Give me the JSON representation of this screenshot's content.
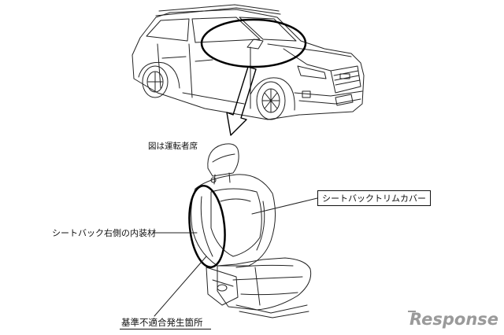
{
  "labels": {
    "note": "図は運転者席",
    "trim_cover": "シートバックトリムカバー",
    "inner_material": "シートバック右側の内装材",
    "nonconformity": "基準不適合発生箇所"
  },
  "watermark": {
    "text": "Response.",
    "color": "#9a9a9a"
  },
  "colors": {
    "line": "#111111",
    "background": "#ffffff"
  }
}
